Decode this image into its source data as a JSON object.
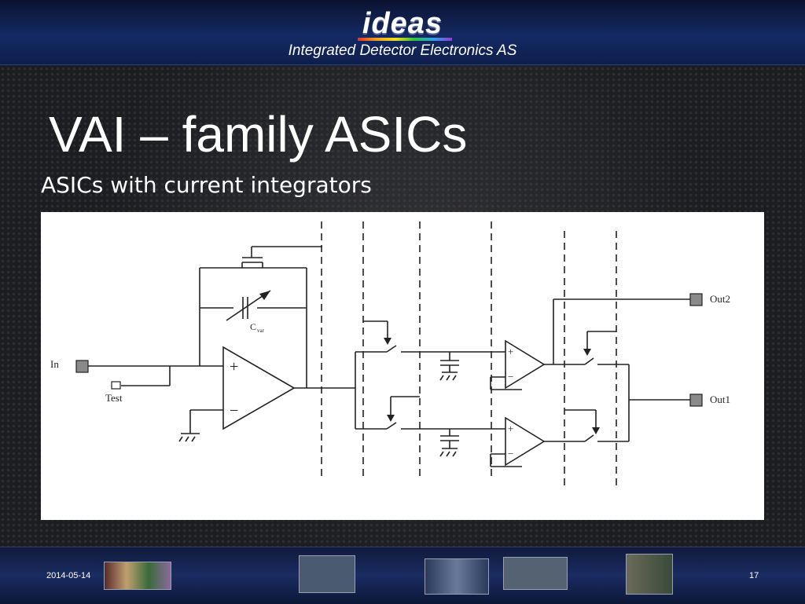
{
  "header": {
    "logo_text": "ideas",
    "tagline": "Integrated Detector Electronics AS"
  },
  "slide": {
    "title": "VAI – family ASICs",
    "subtitle": "ASICs with current integrators"
  },
  "diagram": {
    "labels": {
      "in": "In",
      "test": "Test",
      "cvar": "C",
      "cvar_sub": "var",
      "out1": "Out1",
      "out2": "Out2",
      "plus": "+",
      "minus": "−"
    }
  },
  "footer": {
    "date": "2014-05-14",
    "page_number": "17"
  },
  "colors": {
    "header_bg": "#142a63",
    "slide_bg": "#1c1d20",
    "diagram_bg": "#ffffff"
  }
}
